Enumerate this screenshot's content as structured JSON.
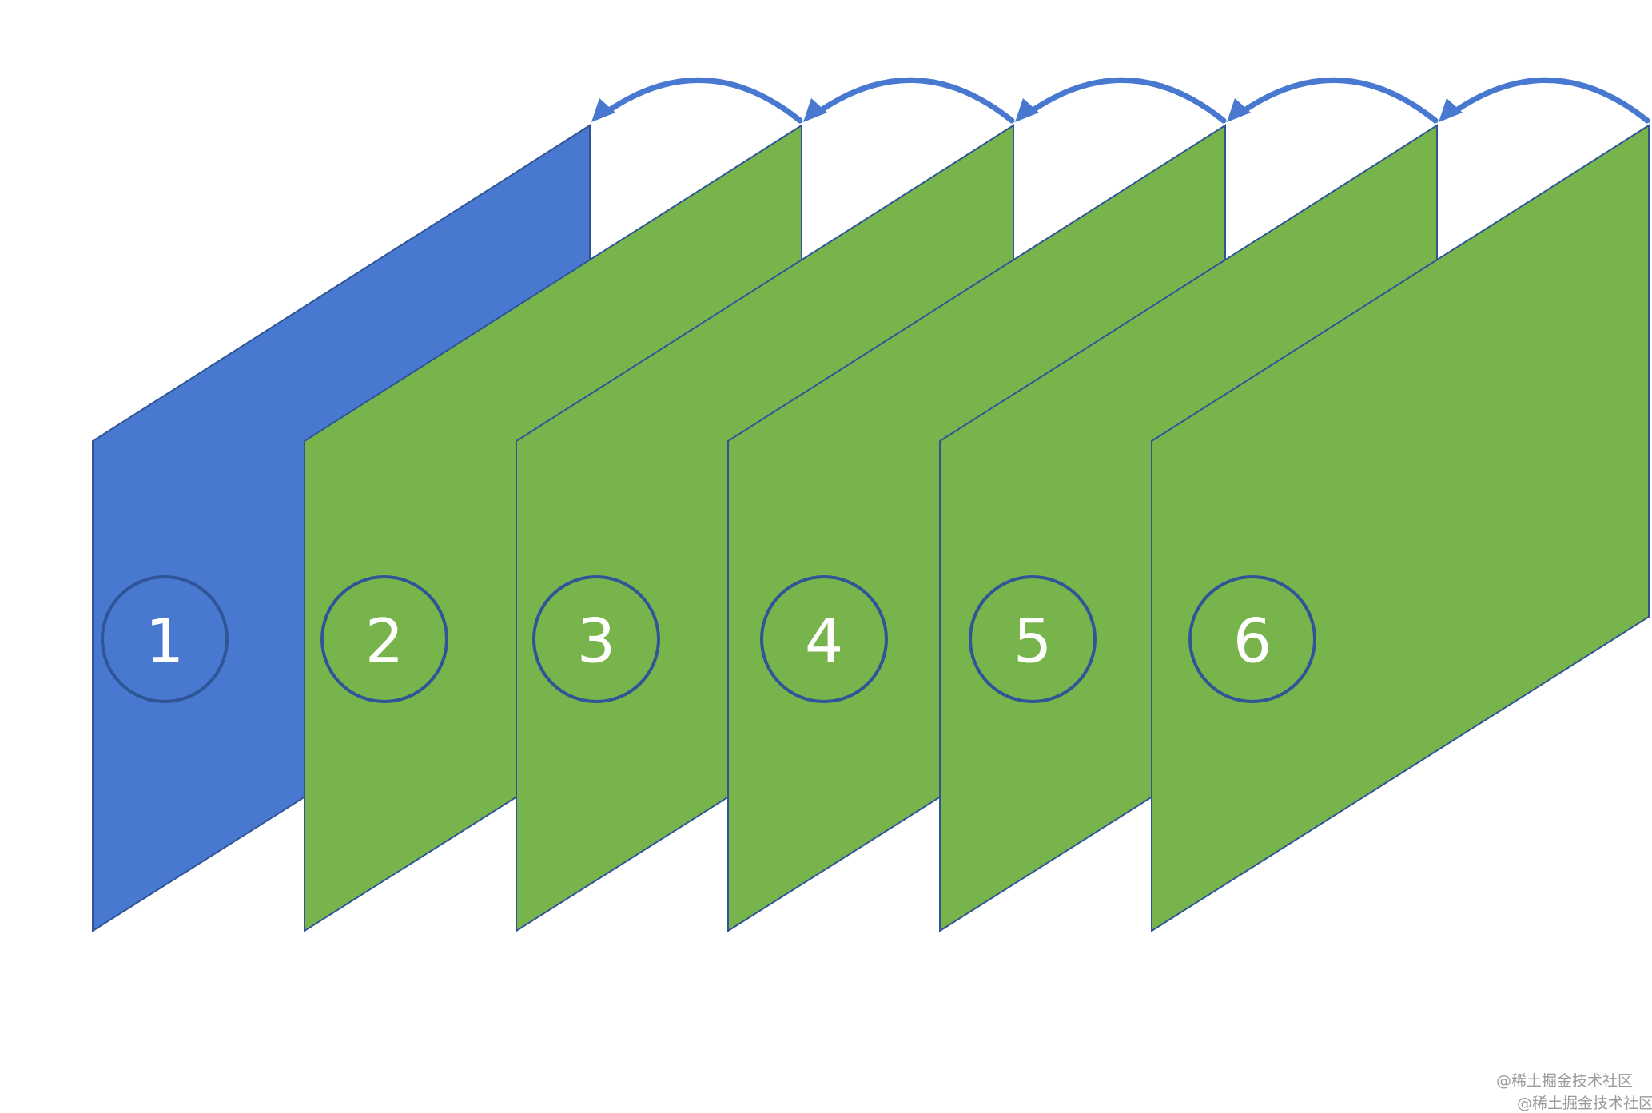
{
  "diagram": {
    "panels": [
      {
        "label": "1",
        "state": "active"
      },
      {
        "label": "2",
        "state": "inactive"
      },
      {
        "label": "3",
        "state": "inactive"
      },
      {
        "label": "4",
        "state": "inactive"
      },
      {
        "label": "5",
        "state": "inactive"
      },
      {
        "label": "6",
        "state": "inactive"
      }
    ],
    "arrows": [
      {
        "from": "6",
        "to": "5"
      },
      {
        "from": "5",
        "to": "4"
      },
      {
        "from": "4",
        "to": "3"
      },
      {
        "from": "3",
        "to": "2"
      },
      {
        "from": "2",
        "to": "1"
      }
    ]
  },
  "colors": {
    "active": "#4878CF",
    "inactive": "#78B44C",
    "outline": "#2F5597",
    "arrow": "#4878CF"
  },
  "watermark": {
    "line1": "@稀土掘金技术社区",
    "line2": "@稀土掘金技术社区"
  }
}
